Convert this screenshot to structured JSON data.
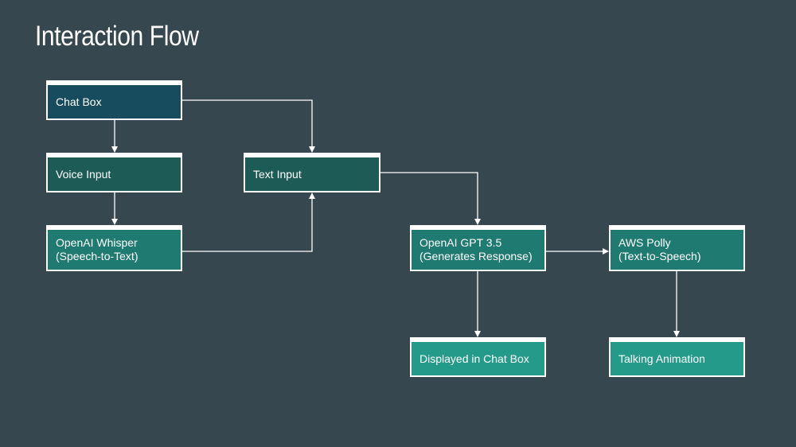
{
  "slide": {
    "title": "Interaction Flow"
  },
  "diagram": {
    "nodes": {
      "chat_box": "Chat Box",
      "voice_input": "Voice Input",
      "text_input": "Text Input",
      "whisper": "OpenAI Whisper\n(Speech-to-Text)",
      "gpt": "OpenAI GPT 3.5\n(Generates Response)",
      "polly": "AWS Polly\n(Text-to-Speech)",
      "displayed": "Displayed in Chat Box",
      "talking": "Talking Animation"
    },
    "edges": [
      [
        "chat_box",
        "voice_input"
      ],
      [
        "chat_box",
        "text_input"
      ],
      [
        "voice_input",
        "whisper"
      ],
      [
        "whisper",
        "text_input"
      ],
      [
        "text_input",
        "gpt"
      ],
      [
        "gpt",
        "polly"
      ],
      [
        "gpt",
        "displayed"
      ],
      [
        "polly",
        "talking"
      ]
    ]
  },
  "colors": {
    "background": "#36474f",
    "node_dark_blue": "#164c5e",
    "node_dark_green": "#1d5b57",
    "node_teal": "#1f7b72",
    "node_light_teal": "#249b8a",
    "connector": "#ffffff"
  }
}
